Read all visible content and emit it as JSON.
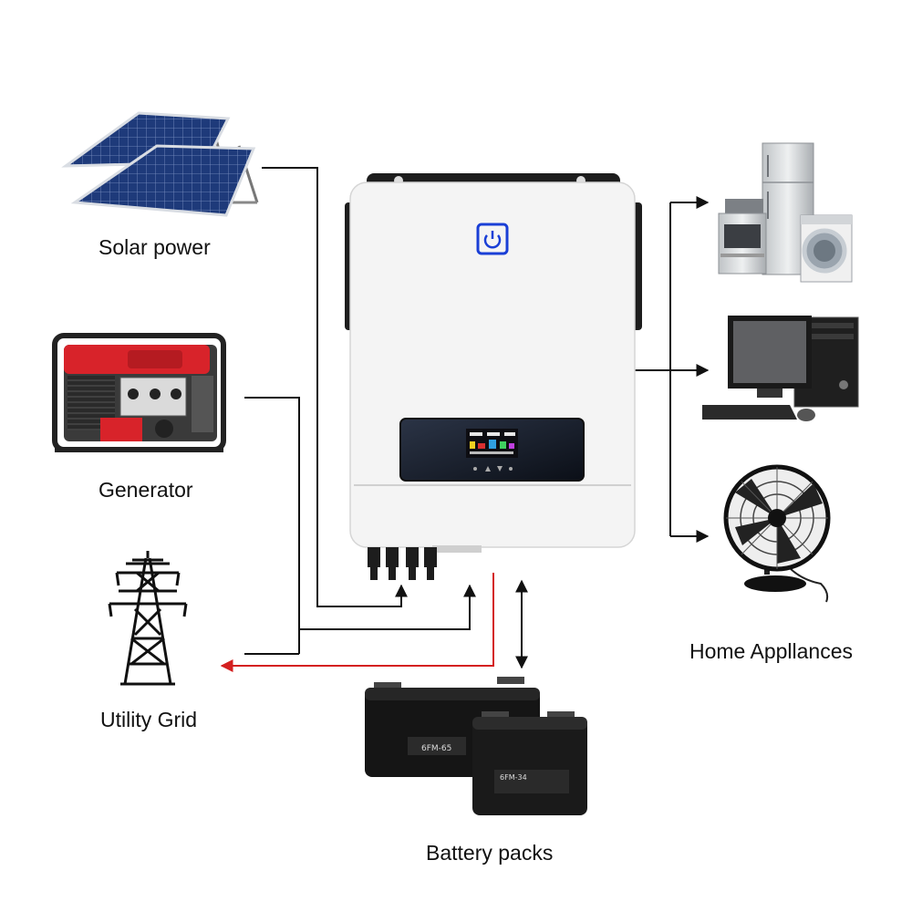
{
  "labels": {
    "solar": "Solar power",
    "generator": "Generator",
    "grid": "Utility Grid",
    "battery": "Battery packs",
    "home": "Home Appllances"
  },
  "battery_texts": {
    "big": "6FM-65",
    "small": "6FM-34"
  },
  "colors": {
    "wire": "#111111",
    "grid_feed": "#d42020",
    "power_button": "#1a3fd6",
    "inverter_body": "#f4f4f4",
    "generator_red": "#d8232a"
  },
  "icons": [
    "solar-panel-icon",
    "generator-icon",
    "transmission-tower-icon",
    "inverter-icon",
    "power-button-icon",
    "lcd-display-icon",
    "battery-icon",
    "kitchen-appliances-icon",
    "desktop-computer-icon",
    "electric-fan-icon"
  ]
}
